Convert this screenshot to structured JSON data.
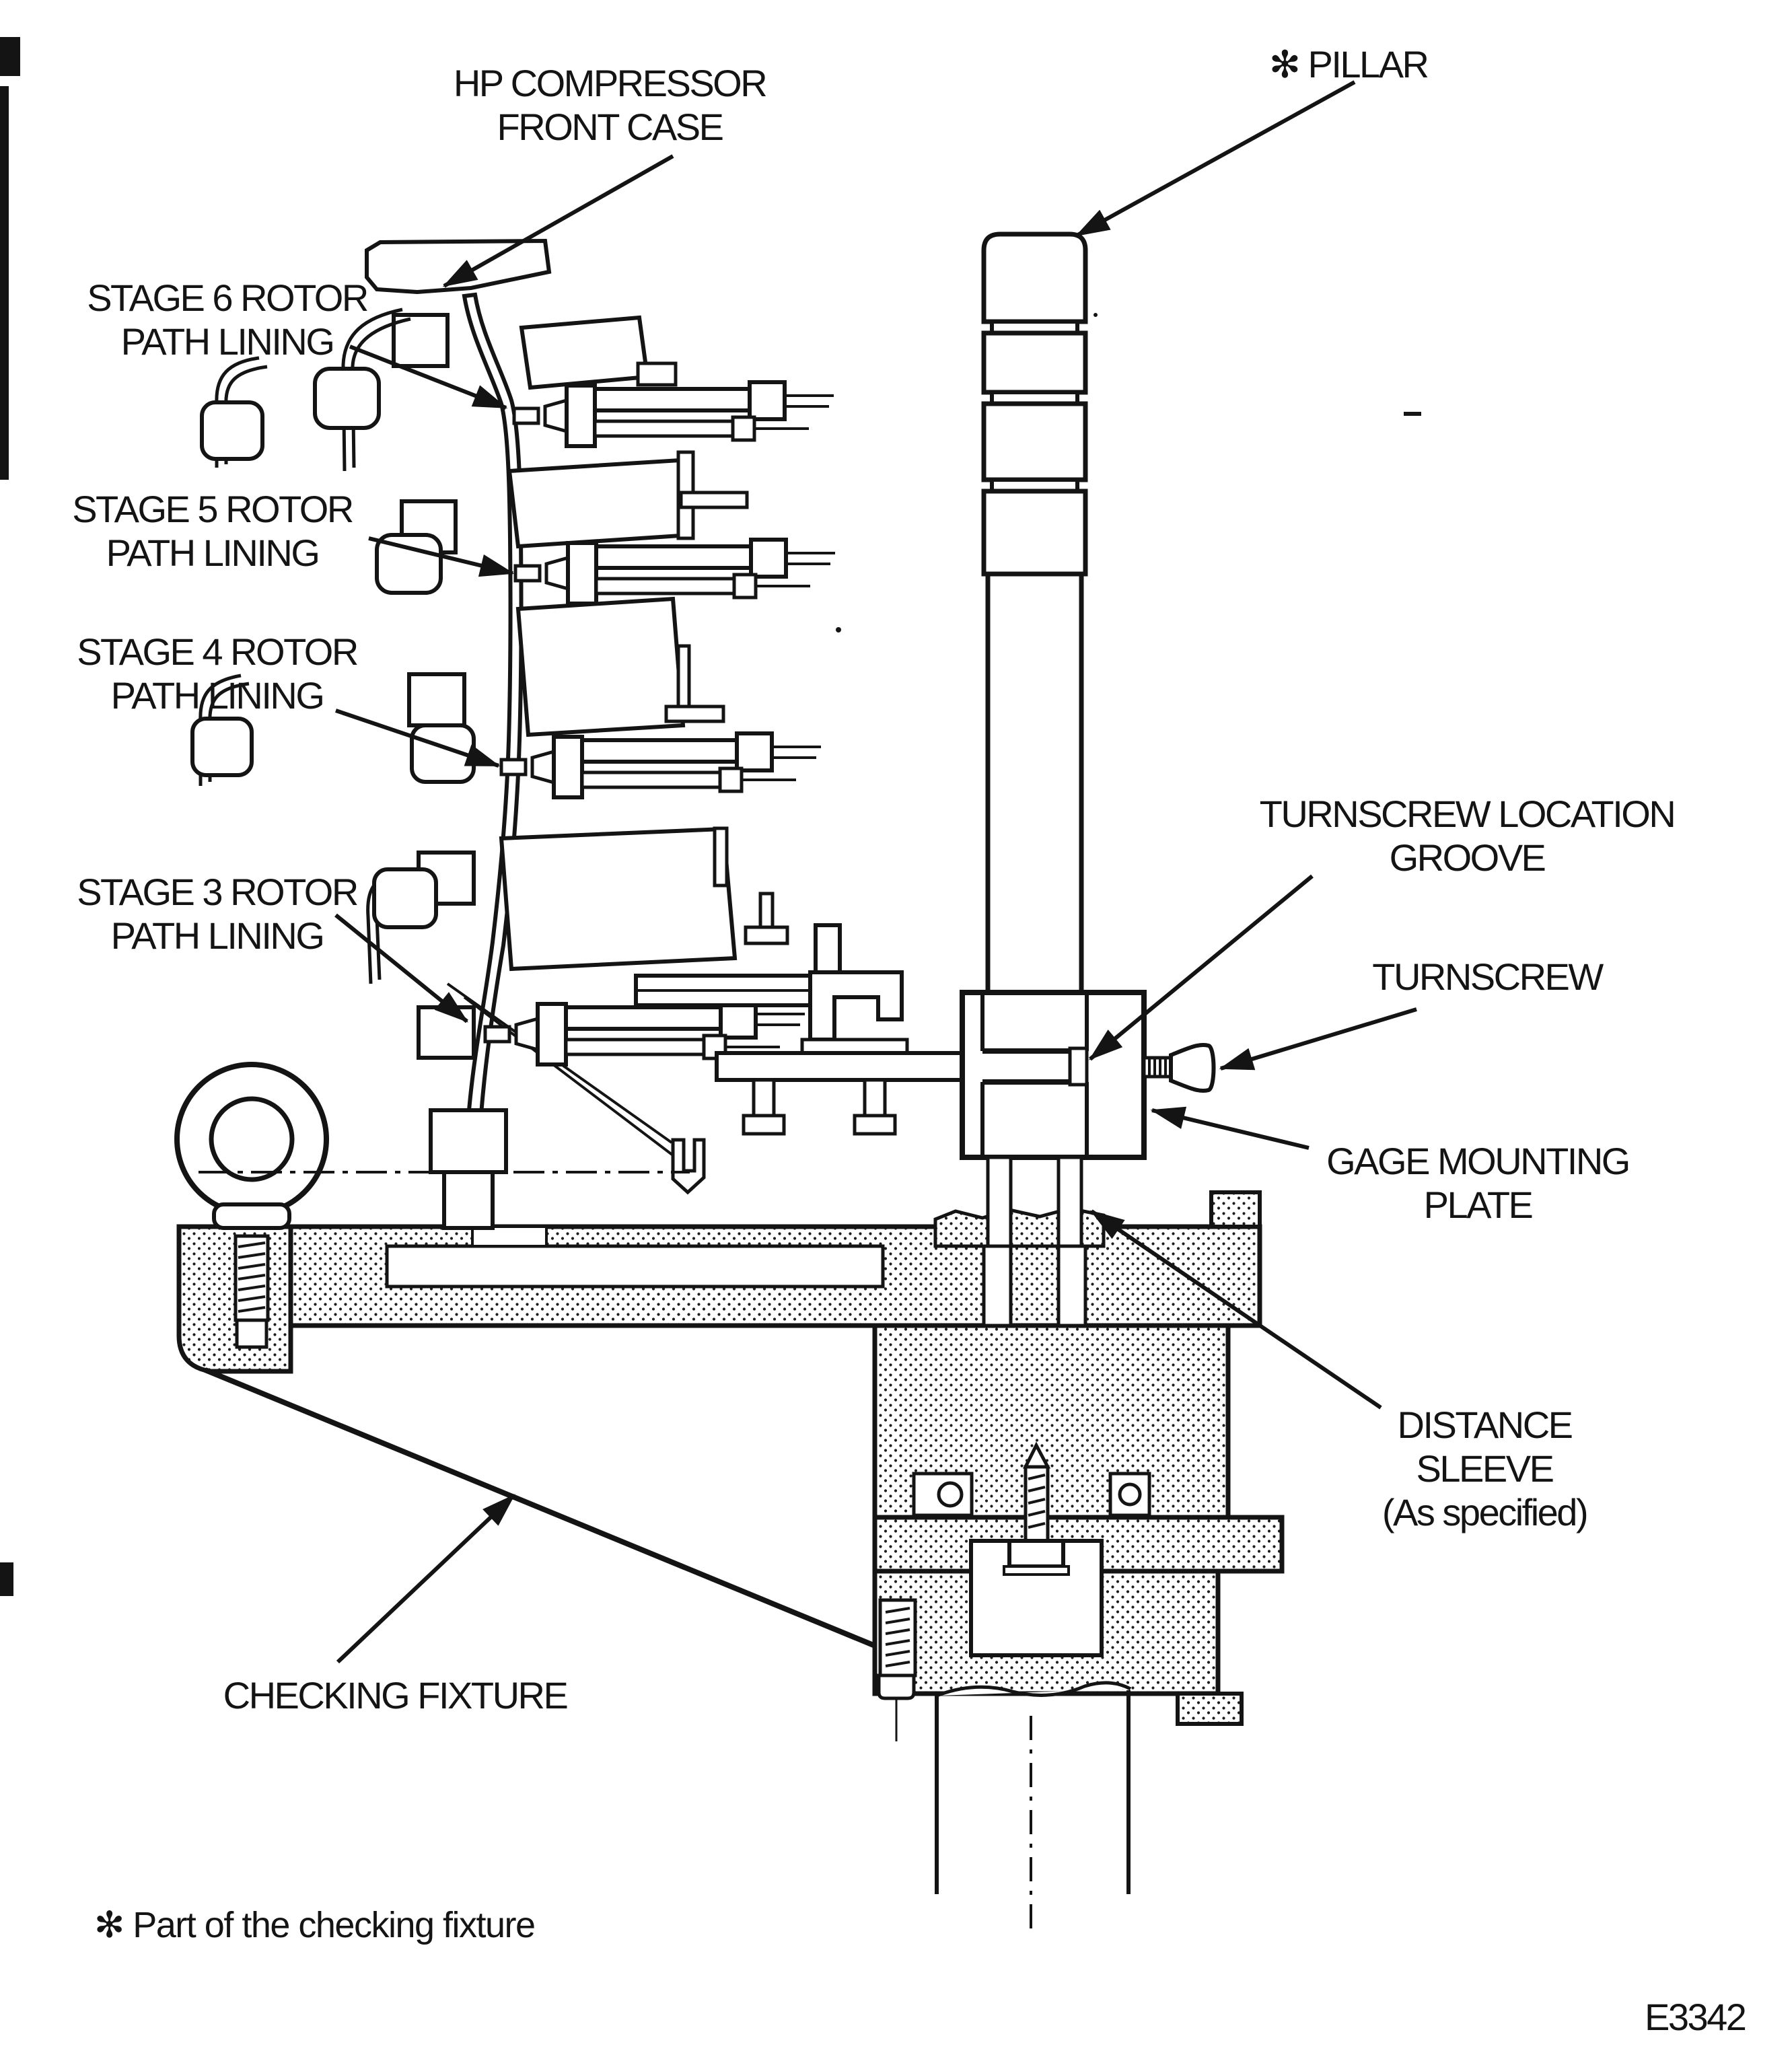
{
  "page": {
    "background": "#ffffff",
    "ink": "#141414",
    "figure_code": "E3342",
    "footnote": "✻ Part of the checking fixture"
  },
  "labels": {
    "hp_compressor_front_case": "HP COMPRESSOR\nFRONT CASE",
    "pillar": "✻ PILLAR",
    "stage6": "STAGE 6 ROTOR\nPATH LINING",
    "stage5": "STAGE 5 ROTOR\nPATH LINING",
    "stage4": "STAGE 4 ROTOR\nPATH LINING",
    "stage3": "STAGE 3 ROTOR\nPATH LINING",
    "turnscrew_location_groove": "TURNSCREW LOCATION\nGROOVE",
    "turnscrew": "TURNSCREW",
    "gage_mounting_plate": "GAGE MOUNTING\nPLATE",
    "distance_sleeve": "DISTANCE\nSLEEVE\n(As specified)",
    "checking_fixture": "CHECKING FIXTURE"
  }
}
